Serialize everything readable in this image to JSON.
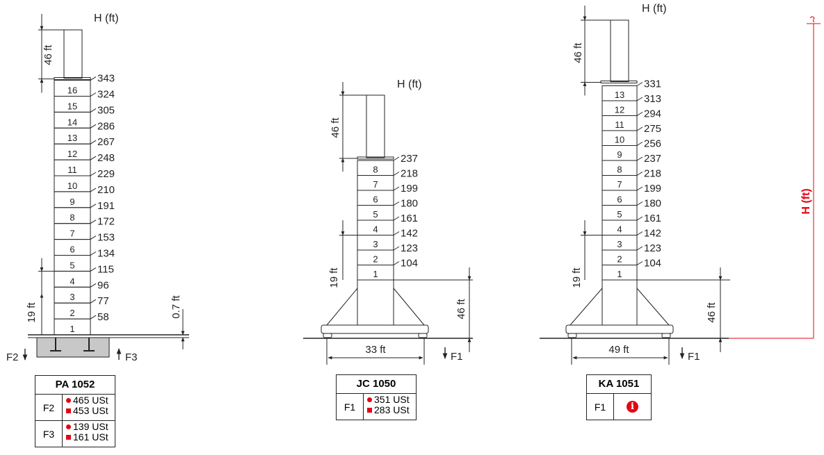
{
  "accent_color": "#e30613",
  "h_label": "H (ft)",
  "h_label_red": "H (ft)",
  "dims": {
    "mast": "46 ft",
    "section": "19 ft",
    "offset": "0.7 ft",
    "base_h": "46 ft"
  },
  "cranes": [
    {
      "model": "PA 1052",
      "sections": [
        "1",
        "2",
        "3",
        "4",
        "5",
        "6",
        "7",
        "8",
        "9",
        "10",
        "11",
        "12",
        "13",
        "14",
        "15",
        "16"
      ],
      "heights": [
        "58",
        "77",
        "96",
        "115",
        "134",
        "153",
        "172",
        "191",
        "210",
        "229",
        "248",
        "267",
        "286",
        "305",
        "324",
        "343"
      ],
      "forces": [
        "F2",
        "F3"
      ],
      "table": [
        {
          "label": "F2",
          "values": [
            "465 USt",
            "453 USt"
          ]
        },
        {
          "label": "F3",
          "values": [
            "139 USt",
            "161 USt"
          ]
        }
      ]
    },
    {
      "model": "JC 1050",
      "sections": [
        "1",
        "2",
        "3",
        "4",
        "5",
        "6",
        "7",
        "8"
      ],
      "heights": [
        "104",
        "123",
        "142",
        "161",
        "180",
        "199",
        "218",
        "237"
      ],
      "base_width": "33 ft",
      "forces": [
        "F1"
      ],
      "table": [
        {
          "label": "F1",
          "values": [
            "351 USt",
            "283 USt"
          ]
        }
      ]
    },
    {
      "model": "KA 1051",
      "sections": [
        "1",
        "2",
        "3",
        "4",
        "5",
        "6",
        "7",
        "8",
        "9",
        "10",
        "11",
        "12",
        "13"
      ],
      "heights": [
        "104",
        "123",
        "142",
        "161",
        "180",
        "199",
        "218",
        "237",
        "256",
        "275",
        "294",
        "313",
        "331"
      ],
      "base_width": "49 ft",
      "forces": [
        "F1"
      ],
      "table": [
        {
          "label": "F1",
          "icon": "info-icon"
        }
      ]
    }
  ]
}
